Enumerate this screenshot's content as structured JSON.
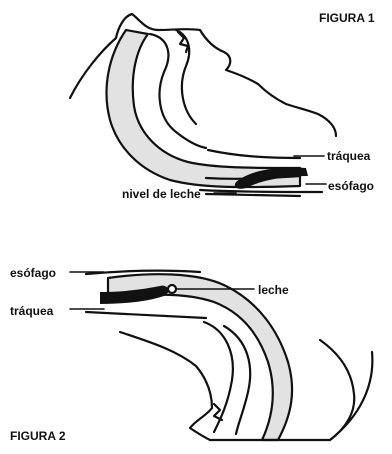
{
  "figure1": {
    "title": "FIGURA 1",
    "labels": {
      "trachea": "tráquea",
      "esophagus": "esófago",
      "milk_level": "nivel de leche"
    }
  },
  "figure2": {
    "title": "FIGURA 2",
    "labels": {
      "esophagus": "esófago",
      "trachea": "tráquea",
      "milk": "leche"
    }
  },
  "colors": {
    "ink": "#111111",
    "tissue_fill": "#e2e2e2",
    "background": "#ffffff"
  }
}
